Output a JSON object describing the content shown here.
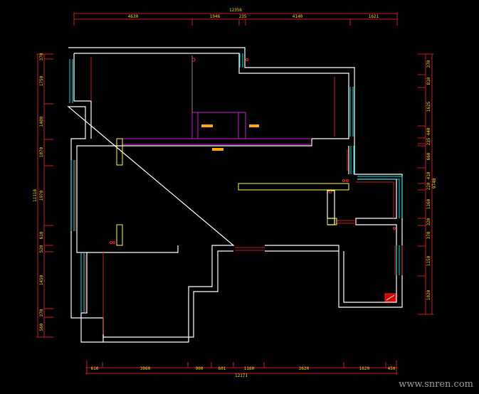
{
  "title": "Floor plan dimension drawing",
  "colors": {
    "wall": "#ffffff",
    "dimension": "#cc1a1a",
    "text": "#ffd200",
    "window": "#00e5e5",
    "beam": "#d020d0",
    "cabinet": "#ffff33"
  },
  "dimensions": {
    "top": {
      "total": "12356",
      "segments": [
        "4630",
        "1946",
        "235",
        "4140",
        "1621"
      ]
    },
    "bottom": {
      "total": "12171",
      "segments": [
        "610",
        "3960",
        "900",
        "601",
        "1160",
        "2620",
        "1620",
        "450"
      ]
    },
    "left": {
      "total": "11110",
      "segments": [
        "370",
        "1750",
        "1400",
        "1070",
        "1970",
        "610",
        "520",
        "1450",
        "370",
        "560"
      ]
    },
    "right": {
      "total": "9740",
      "segments": [
        "370",
        "810",
        "1625",
        "440",
        "235",
        "660",
        "410",
        "220",
        "1160",
        "320",
        "370",
        "1150",
        "1020"
      ]
    }
  },
  "watermark": "www.snren.com"
}
